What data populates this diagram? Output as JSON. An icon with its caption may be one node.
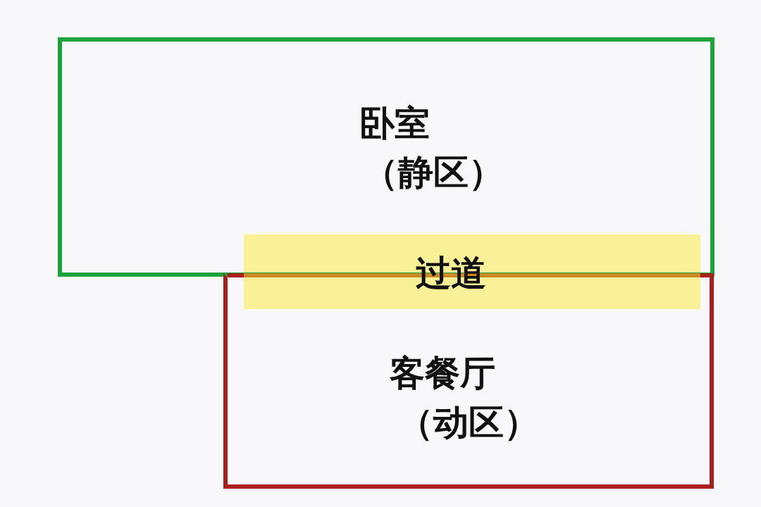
{
  "diagram": {
    "nodes": [
      {
        "text": [
          "卧室",
          "（静区）"
        ]
      },
      {
        "text": [
          "过道"
        ]
      },
      {
        "text": [
          "客餐厅",
          "（动区）"
        ]
      }
    ]
  }
}
